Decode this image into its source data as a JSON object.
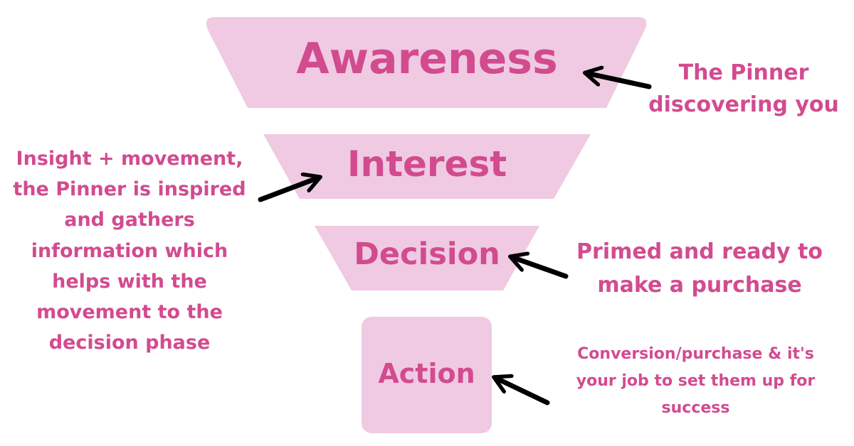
{
  "colors": {
    "funnel_fill": "#efcae2",
    "text": "#d24b8f",
    "arrow": "#000000"
  },
  "stages": [
    {
      "id": "awareness",
      "label": "Awareness"
    },
    {
      "id": "interest",
      "label": "Interest"
    },
    {
      "id": "decision",
      "label": "Decision"
    },
    {
      "id": "action",
      "label": "Action"
    }
  ],
  "annotations": {
    "awareness": "The Pinner discovering you",
    "interest": "Insight + movement, the Pinner is inspired and gathers information which helps with the movement to the decision phase",
    "decision": "Primed and ready to make a purchase",
    "action": "Conversion/purchase & it's your job to set them up for success"
  }
}
